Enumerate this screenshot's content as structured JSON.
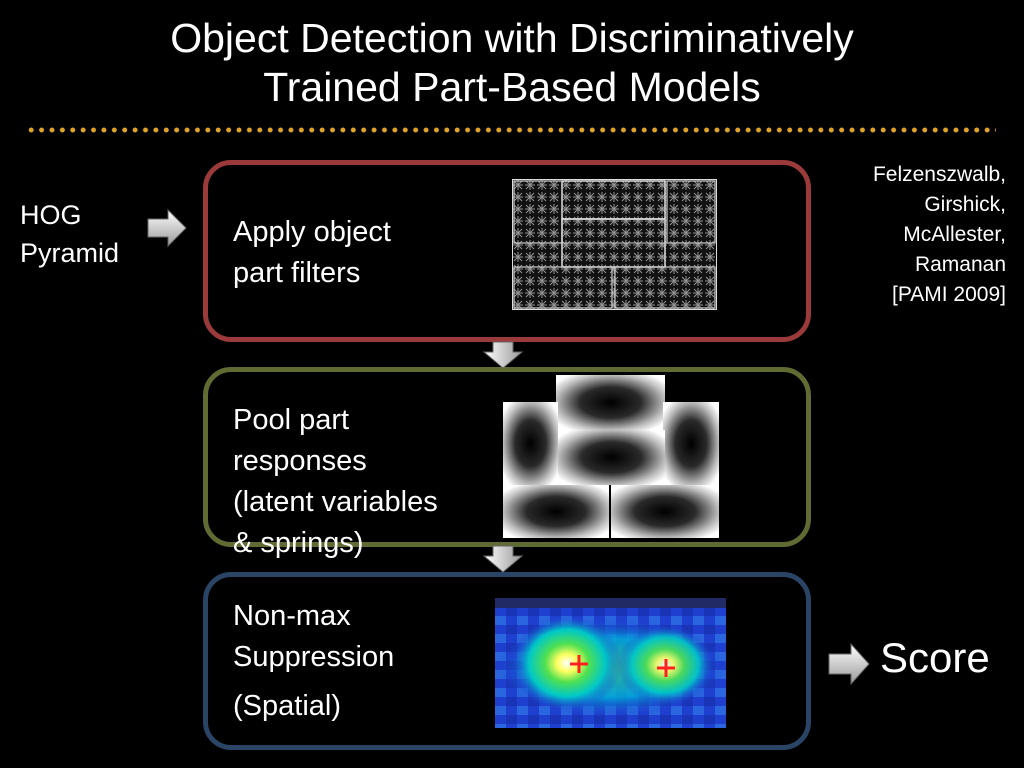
{
  "title_line1": "Object Detection with Discriminatively",
  "title_line2": "Trained Part-Based Models",
  "input": {
    "line1": "HOG",
    "line2": "Pyramid"
  },
  "citation": [
    "Felzenszwalb,",
    "Girshick,",
    "McAllester,",
    "Ramanan",
    "[PAMI 2009]"
  ],
  "stages": [
    {
      "lines": [
        "Apply object",
        "part filters"
      ],
      "border_color": "#9b3a3a"
    },
    {
      "lines": [
        "Pool part",
        "responses",
        "(latent variables",
        "& springs)"
      ],
      "border_color": "#5f6b32"
    },
    {
      "lines": [
        "Non-max",
        "Suppression",
        "(Spatial)"
      ],
      "border_color": "#2a4466"
    }
  ],
  "output": "Score",
  "colors": {
    "background": "#000000",
    "divider": "#e0a42a",
    "marker": "#ff2020"
  },
  "icons": [
    "arrow-right-icon",
    "arrow-down-icon"
  ]
}
